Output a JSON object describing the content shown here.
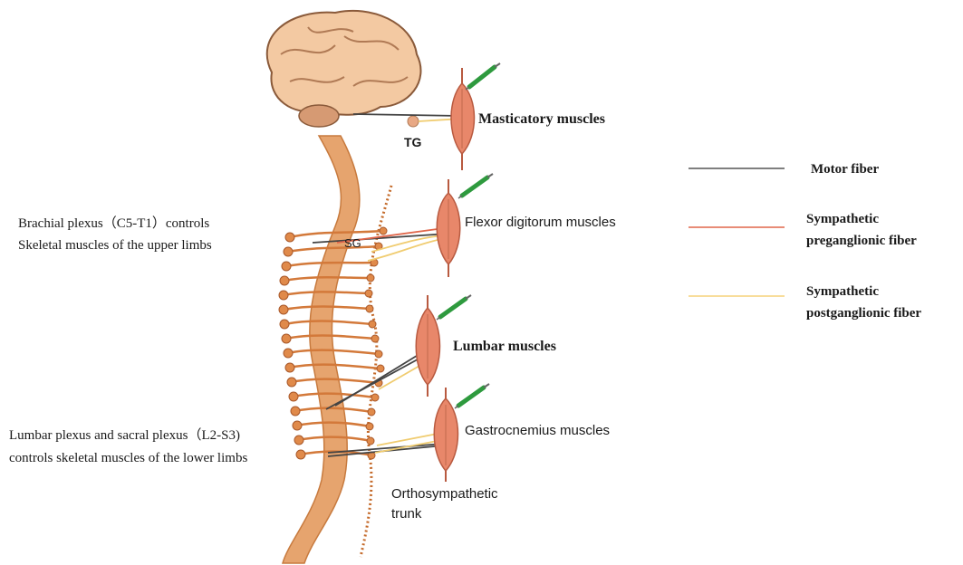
{
  "labels": {
    "tg": "TG",
    "sg": "SG",
    "masticatory": "Masticatory muscles",
    "flexor": "Flexor digitorum muscles",
    "lumbar": "Lumbar muscles",
    "gastrocnemius": "Gastrocnemius muscles",
    "brachial_line1": "Brachial plexus（C5-T1）controls",
    "brachial_line2": "Skeletal muscles of the upper limbs",
    "lumbar_plexus_line1": "Lumbar plexus and sacral plexus（L2-S3)",
    "lumbar_plexus_line2": "controls skeletal muscles of the lower limbs",
    "trunk_line1": "Orthosympathetic",
    "trunk_line2": "trunk"
  },
  "legend": [
    {
      "label_lines": [
        "Motor fiber"
      ],
      "color": "#555555"
    },
    {
      "label_lines": [
        "Sympathetic",
        "preganglionic fiber"
      ],
      "color": "#e0664a"
    },
    {
      "label_lines": [
        "Sympathetic",
        "postganglionic fiber"
      ],
      "color": "#f5d27a"
    }
  ],
  "colors": {
    "motor": "#444444",
    "preganglionic": "#e0664a",
    "postganglionic": "#f0cc70",
    "cord": "#e6a46e",
    "cord_dark": "#c77a3e",
    "trunk": "#c46a2a",
    "brain": "#f3c9a2",
    "brain_outline": "#8a5a3a",
    "muscle": "#e8876a",
    "muscle_dark": "#b85a40",
    "syringe_green": "#2e9a3e"
  }
}
